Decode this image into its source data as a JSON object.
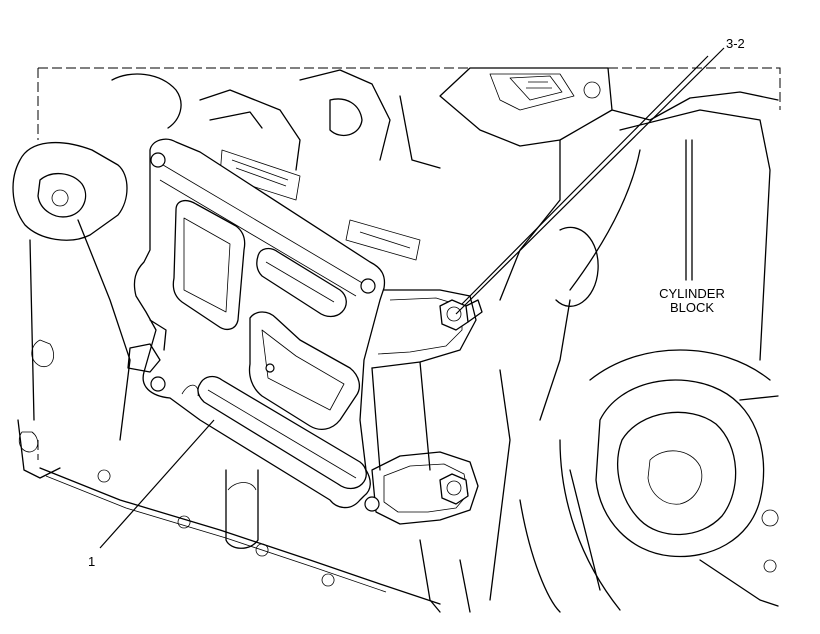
{
  "callouts": {
    "part_1": "1",
    "part_3_2": "3-2"
  },
  "labels": {
    "cylinder_line1": "CYLINDER",
    "cylinder_line2": "BLOCK"
  },
  "colors": {
    "line": "#000000",
    "background": "#ffffff"
  }
}
